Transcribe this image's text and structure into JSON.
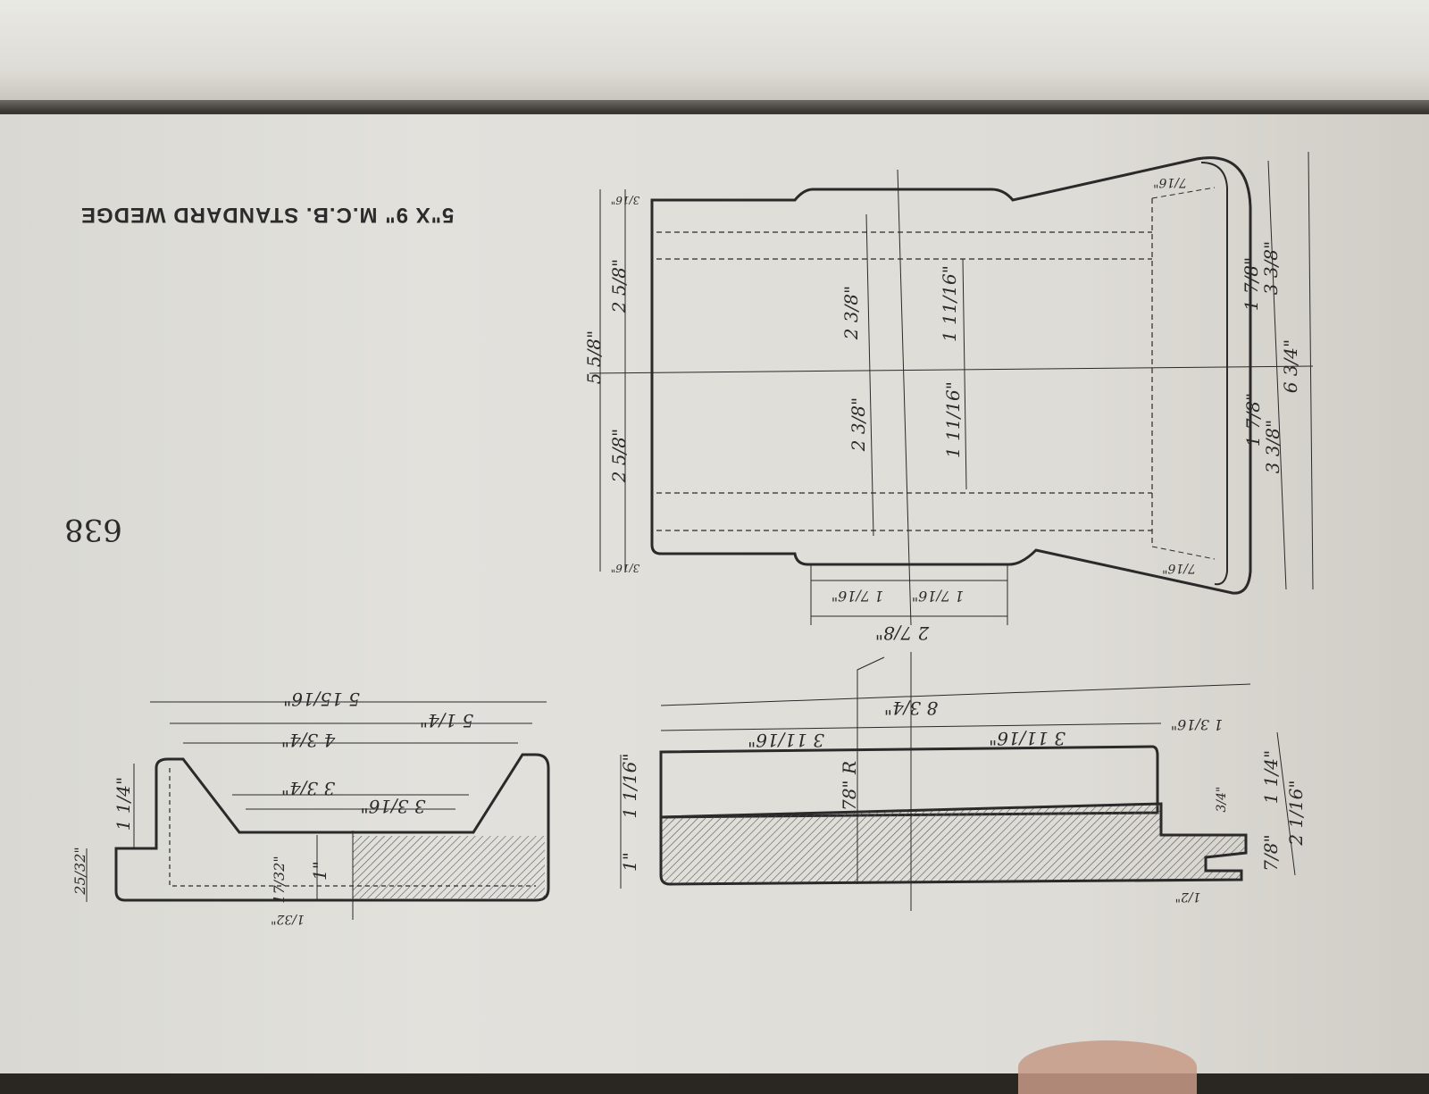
{
  "title": "5\"X 9\" M.C.B. STANDARD WEDGE",
  "page_number": "638",
  "top_view": {
    "dims": [
      "5 5/8\"",
      "2 5/8\"",
      "2 5/8\"",
      "3/16\"",
      "3/16\"",
      "2 3/8\"",
      "2 3/8\"",
      "1 11/16\"",
      "1 11/16\"",
      "6 3/4\"",
      "3 3/8\"",
      "3 3/8\"",
      "1 7/8\"",
      "1 7/8\"",
      "1 7/16\"",
      "1 7/16\"",
      "2 7/8\"",
      "7/16\"",
      "7/16\""
    ]
  },
  "side_view": {
    "dims": [
      "8 3/4\"",
      "3 11/16\"",
      "3 11/16\"",
      "1 3/16\"",
      "1 1/16\"",
      "1\"",
      "78\" R",
      "1 1/4\"",
      "2 1/16\"",
      "7/8\"",
      "3/4\"",
      "1/2\""
    ]
  },
  "end_view": {
    "dims": [
      "5 15/16\"",
      "5 1/4\"",
      "4 3/4\"",
      "3 3/16\"",
      "3 3/4\"",
      "1 1/4\"",
      "1\"",
      "25/32\"",
      "17/32\"",
      "1/32\""
    ]
  }
}
